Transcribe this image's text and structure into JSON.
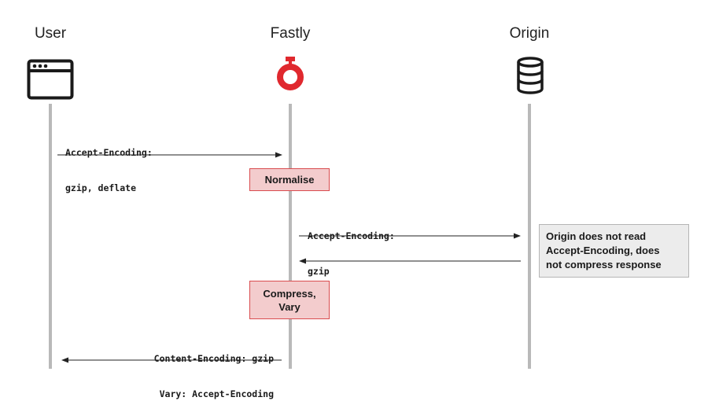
{
  "actors": {
    "user": {
      "label": "User",
      "icon": "browser-window-icon"
    },
    "fastly": {
      "label": "Fastly",
      "icon": "fastly-logo-icon",
      "color": "#e0282e"
    },
    "origin": {
      "label": "Origin",
      "icon": "database-icon"
    }
  },
  "messages": {
    "request_to_fastly": {
      "lines": [
        "Accept-Encoding:",
        "gzip, deflate"
      ]
    },
    "request_to_origin": {
      "lines": [
        "Accept-Encoding:",
        "gzip"
      ]
    },
    "response_to_user": {
      "lines": [
        "Content-Encoding: gzip",
        "Vary: Accept-Encoding"
      ]
    }
  },
  "processes": {
    "normalise": {
      "lines": [
        "Normalise"
      ]
    },
    "compress": {
      "lines": [
        "Compress,",
        "Vary"
      ]
    }
  },
  "note": {
    "lines": [
      "Origin does not read",
      "Accept-Encoding, does",
      "not compress response"
    ]
  },
  "colors": {
    "lifeline": "#b9b9b9",
    "arrow": "#222222",
    "process_fill": "#f3cccd",
    "process_border": "#d94c4f",
    "note_fill": "#ececec",
    "note_border": "#b5b5b5"
  }
}
